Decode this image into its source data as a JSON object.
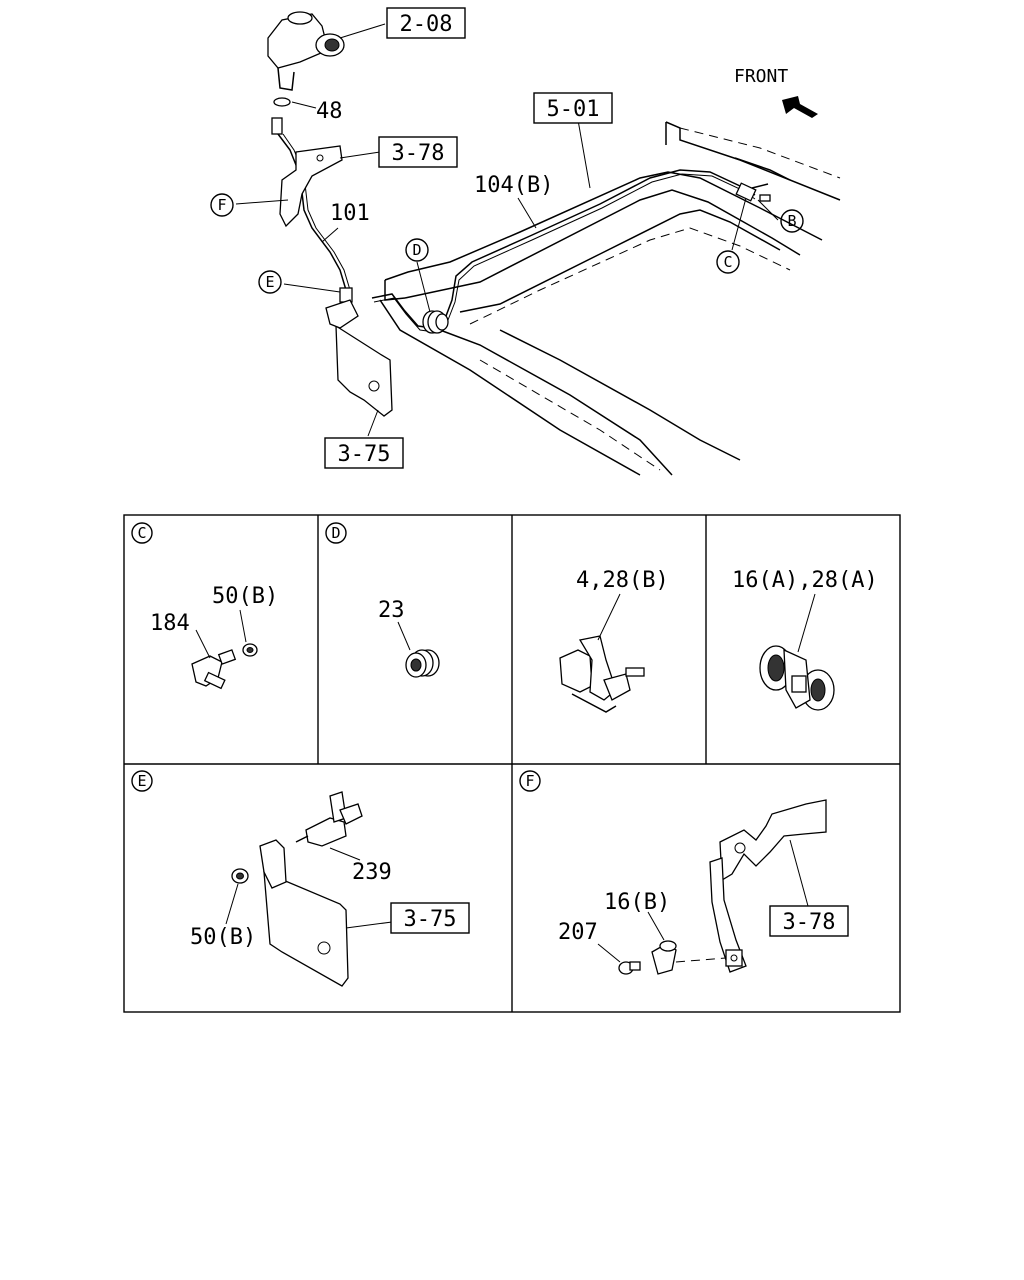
{
  "direction": {
    "text": "FRONT"
  },
  "refs": {
    "r208": "2-08",
    "r378_top": "3-78",
    "r501": "5-01",
    "r375_top": "3-75",
    "r375_e": "3-75",
    "r378_f": "3-78"
  },
  "parts": {
    "p48": "48",
    "p101": "101",
    "p104b": "104(B)",
    "p184": "184",
    "p50b_c": "50(B)",
    "p23": "23",
    "p4_28b": "4,28(B)",
    "p16a_28a": "16(A),28(A)",
    "p239": "239",
    "p50b_e": "50(B)",
    "p16b": "16(B)",
    "p207": "207"
  },
  "callouts": {
    "B": "B",
    "C": "C",
    "D": "D",
    "E": "E",
    "F": "F"
  },
  "panels": {
    "c": "C",
    "d": "D",
    "e": "E",
    "f": "F"
  }
}
